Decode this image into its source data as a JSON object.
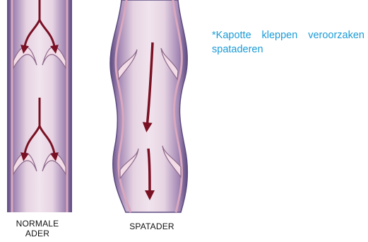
{
  "figure": {
    "normal_vein_label_line1": "NORMALE",
    "normal_vein_label_line2": "ADER",
    "varicose_vein_label": "SPATADER"
  },
  "caption": {
    "text": "*Kapotte kleppen veroorzaken spataderen"
  },
  "colors": {
    "vein_outer": "#6b5a8c",
    "vein_wall": "#e8c9d6",
    "vein_inner": "#ead7e4",
    "arrow": "#7a1024",
    "caption": "#1a9bd6"
  }
}
